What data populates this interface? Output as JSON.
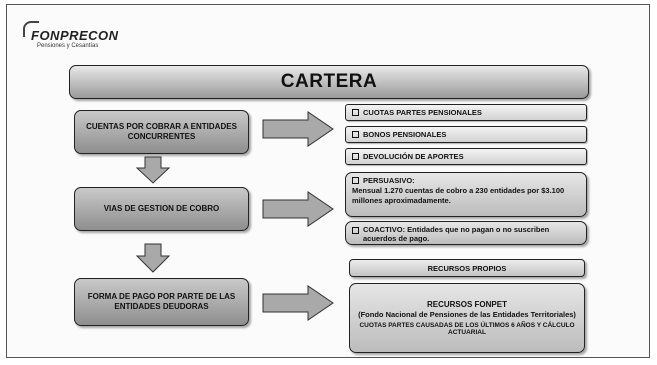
{
  "logo": {
    "name": "FONPRECON",
    "tagline": "Pensiones y Cesantías"
  },
  "title": "CARTERA",
  "sections": [
    {
      "label": "CUENTAS POR COBRAR A ENTIDADES CONCURRENTES",
      "items": [
        "CUOTAS PARTES PENSIONALES",
        "BONOS PENSIONALES",
        "DEVOLUCIÓN DE APORTES"
      ]
    },
    {
      "label": "VIAS DE GESTION DE COBRO",
      "persuasivo": {
        "heading": "PERSUASIVO:",
        "text": "Mensual 1.270 cuentas de cobro a 230 entidades por $3.100 millones aproximadamente."
      },
      "coactivo": {
        "text": "COACTIVO: Entidades que no pagan o no suscriben acuerdos de pago."
      }
    },
    {
      "label": "FORMA DE PAGO POR PARTE DE LAS ENTIDADES DEUDORAS",
      "recursos_propios": "RECURSOS PROPIOS",
      "fonpet": {
        "heading": "RECURSOS FONPET",
        "subheading": "(Fondo Nacional de Pensiones de las Entidades Territoriales)",
        "detail": "CUOTAS PARTES CAUSADAS DE LOS ÚLTIMOS 6 AÑOS Y CÁLCULO ACTUARIAL"
      }
    }
  ]
}
